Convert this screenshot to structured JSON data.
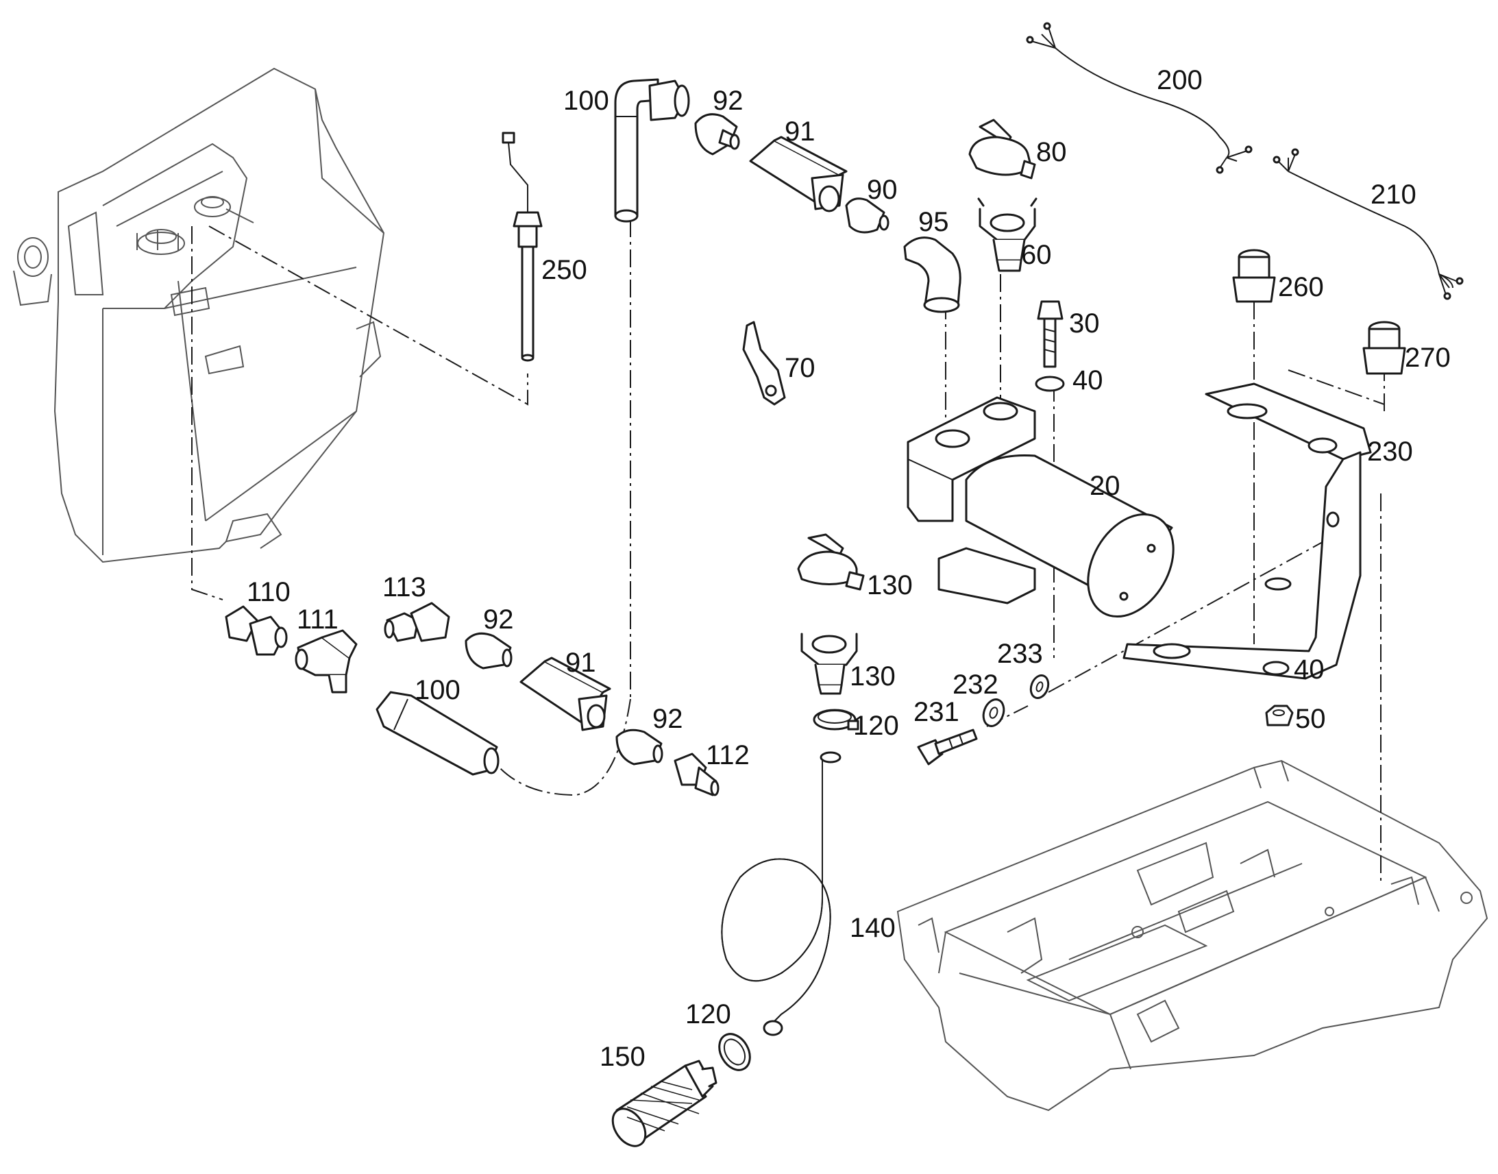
{
  "diagram": {
    "labels": {
      "p20": "20",
      "p30": "30",
      "p40a": "40",
      "p40b": "40",
      "p50": "50",
      "p60": "60",
      "p70": "70",
      "p80": "80",
      "p90": "90",
      "p91a": "91",
      "p91b": "91",
      "p92a": "92",
      "p92b": "92",
      "p92c": "92",
      "p95": "95",
      "p100a": "100",
      "p100b": "100",
      "p110": "110",
      "p111": "111",
      "p112": "112",
      "p113": "113",
      "p120a": "120",
      "p120b": "120",
      "p130a": "130",
      "p130b": "130",
      "p140": "140",
      "p150": "150",
      "p200": "200",
      "p210": "210",
      "p230": "230",
      "p231": "231",
      "p232": "232",
      "p233": "233",
      "p250": "250",
      "p260": "260",
      "p270": "270"
    }
  }
}
